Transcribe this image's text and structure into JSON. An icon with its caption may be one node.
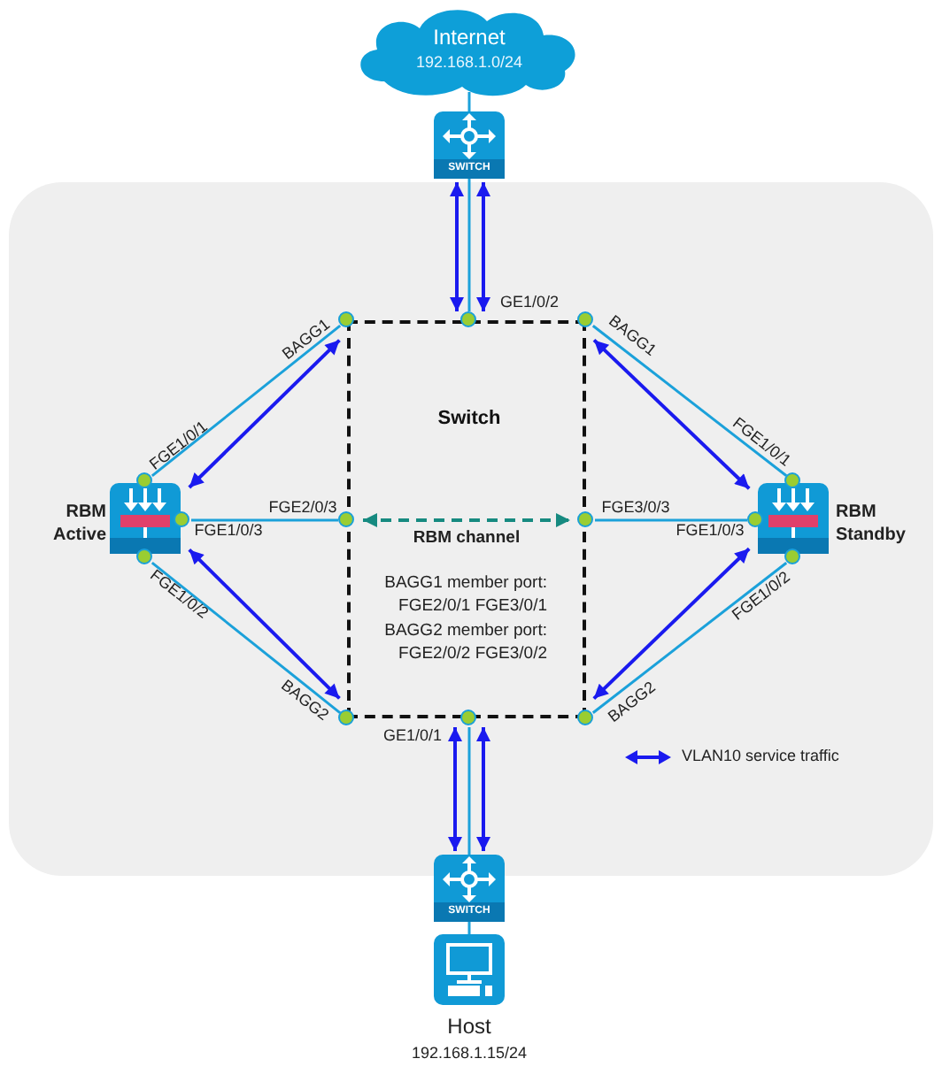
{
  "diagram": {
    "nodes": [
      {
        "text": [
          "Internet",
          "192.168.1.0/24"
        ]
      },
      {
        "text": [
          "SWITCH"
        ]
      },
      {
        "text": [],
        "shape": "circle",
        "beside": [
          "GE1/0/2"
        ]
      },
      {
        "text": [],
        "shape": "circle",
        "beside": [
          "BAGG1"
        ]
      },
      {
        "text": [],
        "shape": "circle",
        "beside": [
          "BAGG1"
        ]
      },
      {
        "text": [],
        "shape": "circle",
        "beside": [
          "FGE2/0/3"
        ]
      },
      {
        "text": [],
        "shape": "circle",
        "beside": [
          "FGE3/0/3"
        ]
      },
      {
        "text": [],
        "shape": "circle",
        "beside": [
          "BAGG2"
        ]
      },
      {
        "text": [],
        "shape": "circle",
        "beside": [
          "GE1/0/1"
        ]
      },
      {
        "text": [],
        "shape": "circle",
        "beside": [
          "BAGG2"
        ]
      },
      {
        "text": [
          "RBM Active"
        ]
      },
      {
        "text": [],
        "shape": "circle",
        "beside": [
          "FGE1/0/1"
        ]
      },
      {
        "text": [],
        "shape": "circle",
        "beside": [
          "FGE1/0/3"
        ]
      },
      {
        "text": [],
        "shape": "circle",
        "beside": [
          "FGE1/0/2"
        ]
      },
      {
        "text": [
          "RBM Standby"
        ]
      },
      {
        "text": [],
        "shape": "circle",
        "beside": [
          "FGE1/0/1"
        ]
      },
      {
        "text": [],
        "shape": "circle",
        "beside": [
          "FGE1/0/3"
        ]
      },
      {
        "text": [],
        "shape": "circle",
        "beside": [
          "FGE1/0/2"
        ]
      },
      {
        "text": [
          "SWITCH"
        ]
      },
      {
        "text": [
          "Host",
          "192.168.1.15/24"
        ]
      }
    ],
    "edges": [
      {
        "from": 0,
        "to": 1,
        "arrow": "none"
      },
      {
        "from": 1,
        "to": 2,
        "arrow": "none"
      },
      {
        "from": 1,
        "to": 2,
        "arrow": "both",
        "color": "#1a1aef"
      },
      {
        "from": 1,
        "to": 2,
        "arrow": "both",
        "color": "#1a1aef"
      },
      {
        "from": 11,
        "to": 3,
        "arrow": "none"
      },
      {
        "from": 10,
        "to": 3,
        "arrow": "both",
        "color": "#1a1aef"
      },
      {
        "from": 12,
        "to": 5,
        "arrow": "none"
      },
      {
        "from": 13,
        "to": 7,
        "arrow": "none"
      },
      {
        "from": 10,
        "to": 7,
        "arrow": "both",
        "color": "#1a1aef"
      },
      {
        "from": 5,
        "to": 6,
        "arrow": "both",
        "label": "RBM channel",
        "style": "dashed",
        "color": "#168a80"
      },
      {
        "from": 15,
        "to": 4,
        "arrow": "none"
      },
      {
        "from": 14,
        "to": 4,
        "arrow": "both",
        "color": "#1a1aef"
      },
      {
        "from": 16,
        "to": 6,
        "arrow": "none"
      },
      {
        "from": 17,
        "to": 9,
        "arrow": "none"
      },
      {
        "from": 14,
        "to": 9,
        "arrow": "both",
        "color": "#1a1aef"
      },
      {
        "from": 8,
        "to": 18,
        "arrow": "none"
      },
      {
        "from": 8,
        "to": 18,
        "arrow": "both",
        "color": "#1a1aef"
      },
      {
        "from": 8,
        "to": 18,
        "arrow": "both",
        "color": "#1a1aef"
      },
      {
        "from": 18,
        "to": 19,
        "arrow": "none"
      }
    ],
    "labels": [
      "Switch",
      "BAGG1 member port: FGE2/0/1 FGE3/0/1",
      "BAGG2 member port: FGE2/0/2 FGE3/0/2"
    ],
    "legend": [
      {
        "text": "VLAN10 service traffic"
      }
    ]
  }
}
